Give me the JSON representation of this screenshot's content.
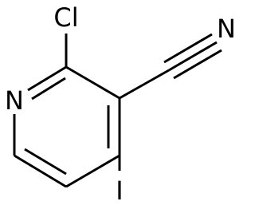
{
  "atoms": {
    "chlorine": "Cl",
    "nitrogen_ring": "N",
    "nitrogen_nitrile": "N",
    "iodine": "I"
  },
  "colors": {
    "bond": "#000000",
    "background": "#ffffff"
  }
}
